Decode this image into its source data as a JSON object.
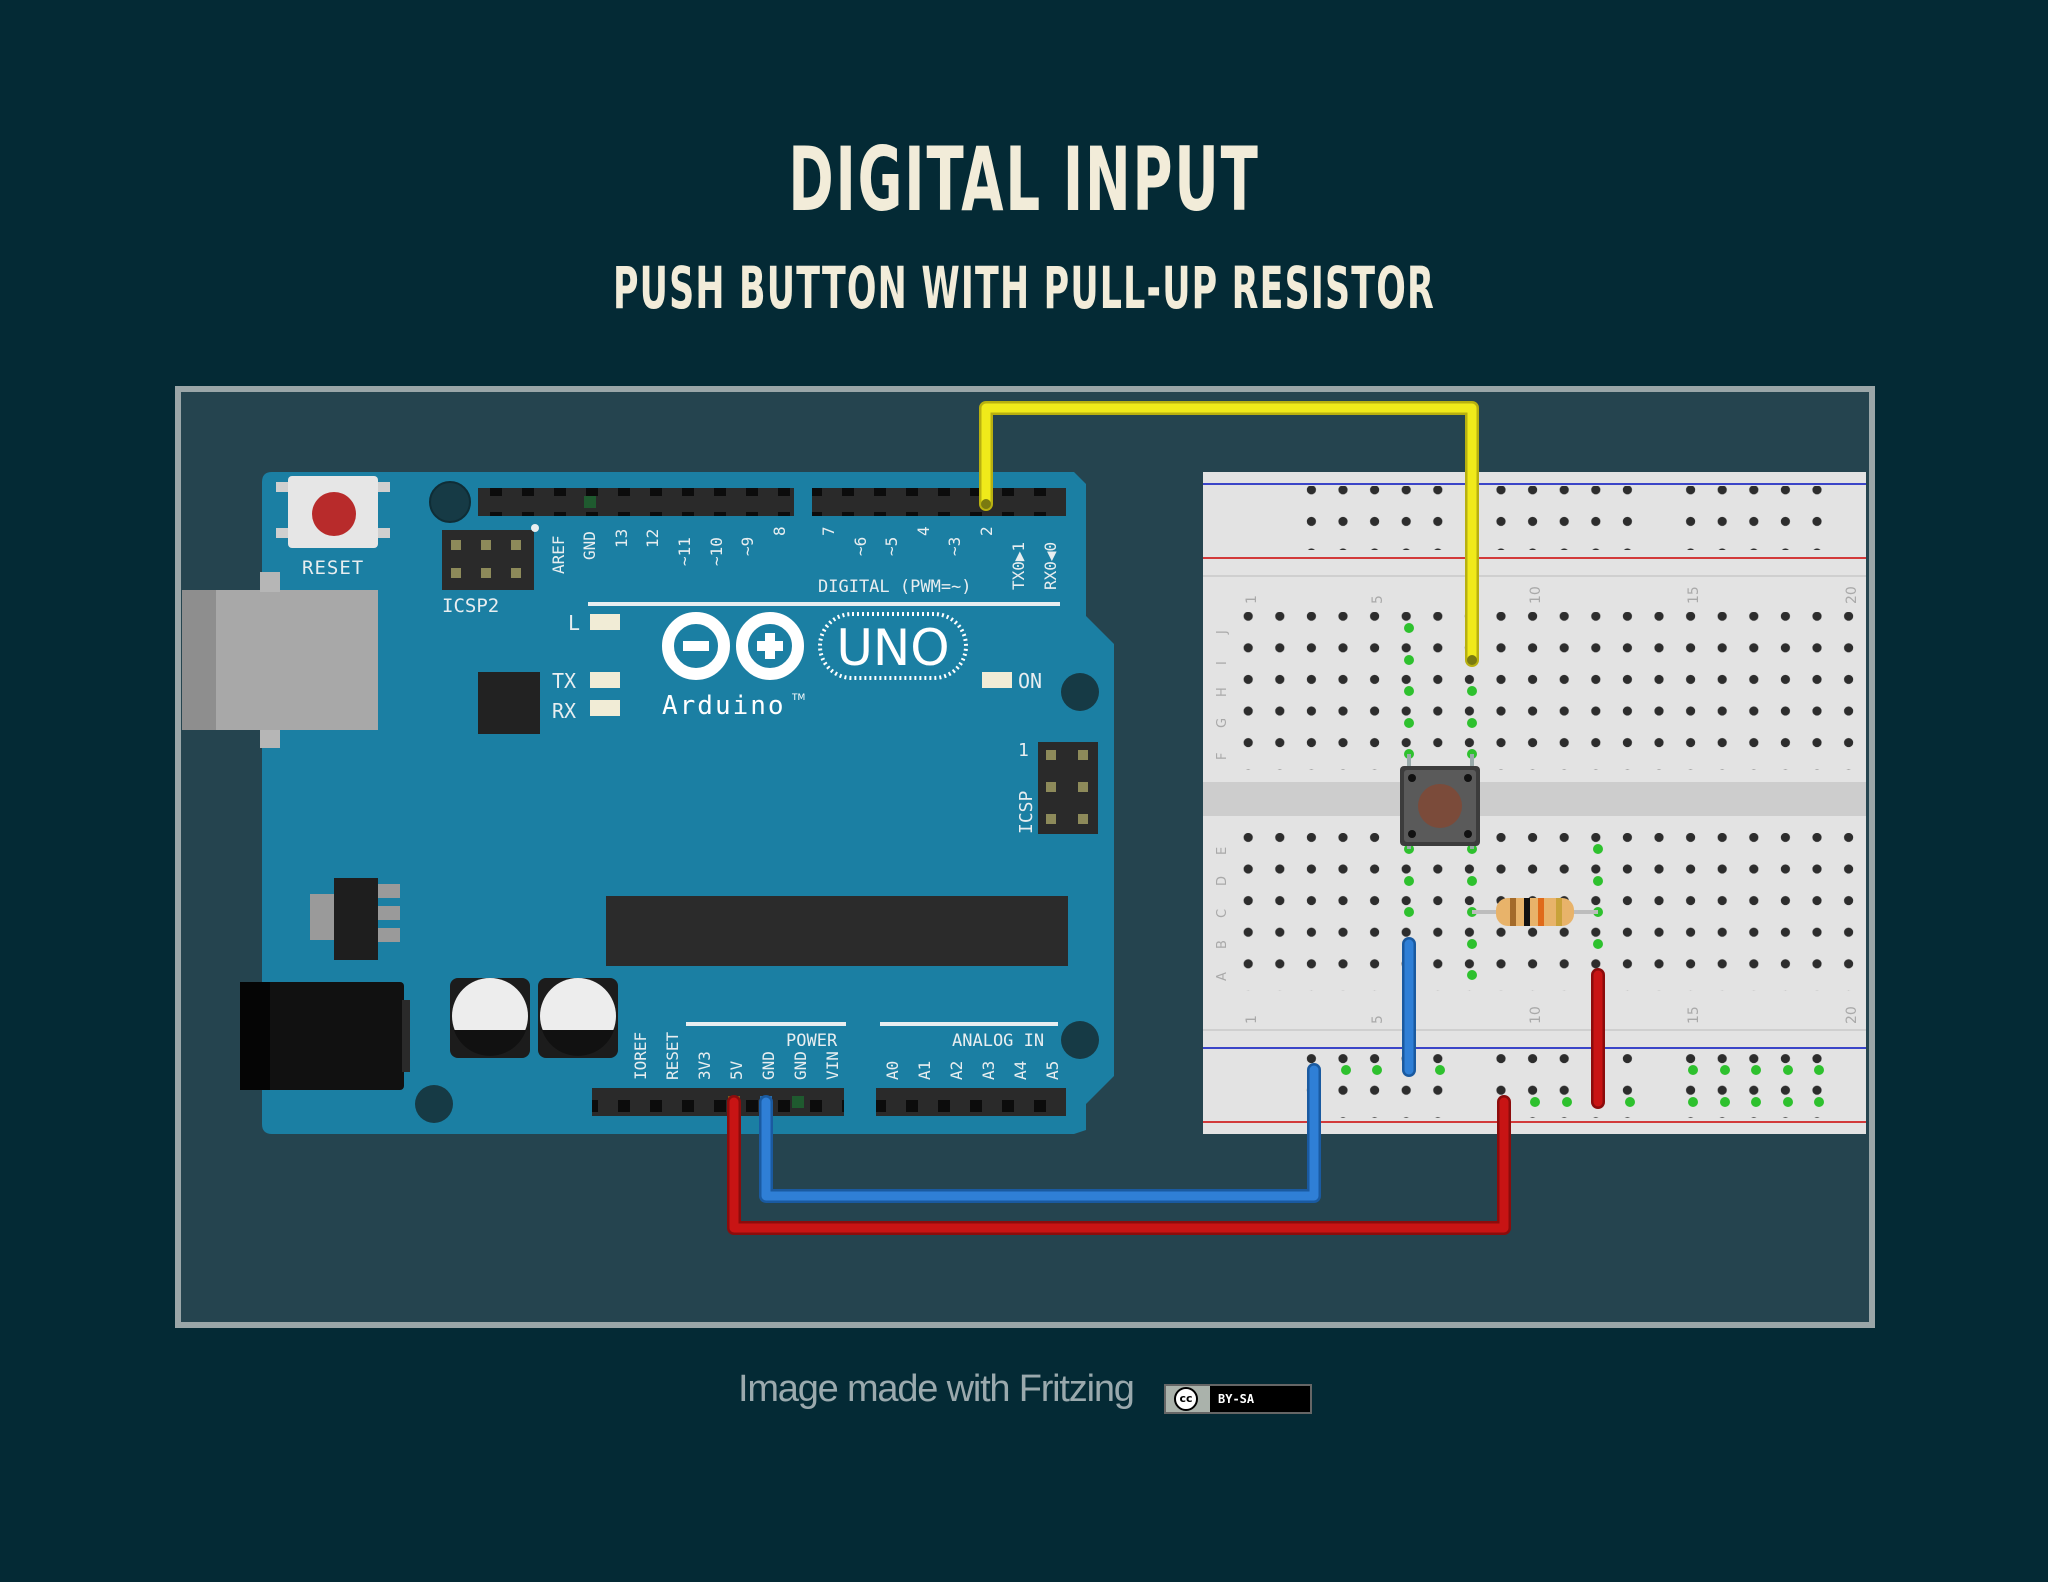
{
  "title": "DIGITAL INPUT",
  "subtitle": "PUSH BUTTON WITH PULL-UP RESISTOR",
  "credit": "Image made with Fritzing",
  "license": {
    "cc": "cc",
    "text": "BY-SA"
  },
  "arduino": {
    "reset_label": "RESET",
    "icsp2_label": "ICSP2",
    "icsp_label": "ICSP",
    "icsp_pin1": "1",
    "digital_label": "DIGITAL (PWM=~)",
    "digital_pins": [
      "AREF",
      "GND",
      "13",
      "12",
      "~11",
      "~10",
      "~9",
      "8",
      "7",
      "~6",
      "~5",
      "4",
      "~3",
      "2",
      "TX0▶1",
      "RX0◀0"
    ],
    "led_l": "L",
    "led_tx": "TX",
    "led_rx": "RX",
    "led_on": "ON",
    "logo_text": "UNO",
    "brand": "Arduino",
    "tm": "TM",
    "power_label": "POWER",
    "power_pins": [
      "IOREF",
      "RESET",
      "3V3",
      "5V",
      "GND",
      "GND",
      "VIN"
    ],
    "analog_label": "ANALOG IN",
    "analog_pins": [
      "A0",
      "A1",
      "A2",
      "A3",
      "A4",
      "A5"
    ]
  },
  "breadboard": {
    "rows_top": [
      "J",
      "I",
      "H",
      "G",
      "F"
    ],
    "rows_bottom": [
      "E",
      "D",
      "C",
      "B",
      "A"
    ],
    "column_numbers": [
      "1",
      "5",
      "10",
      "15",
      "20"
    ]
  },
  "colors": {
    "background": "#042a35",
    "wire_yellow": "#f0ea1a",
    "wire_blue": "#2f7fd6",
    "wire_red": "#c81414",
    "board": "#1b7fa3"
  }
}
